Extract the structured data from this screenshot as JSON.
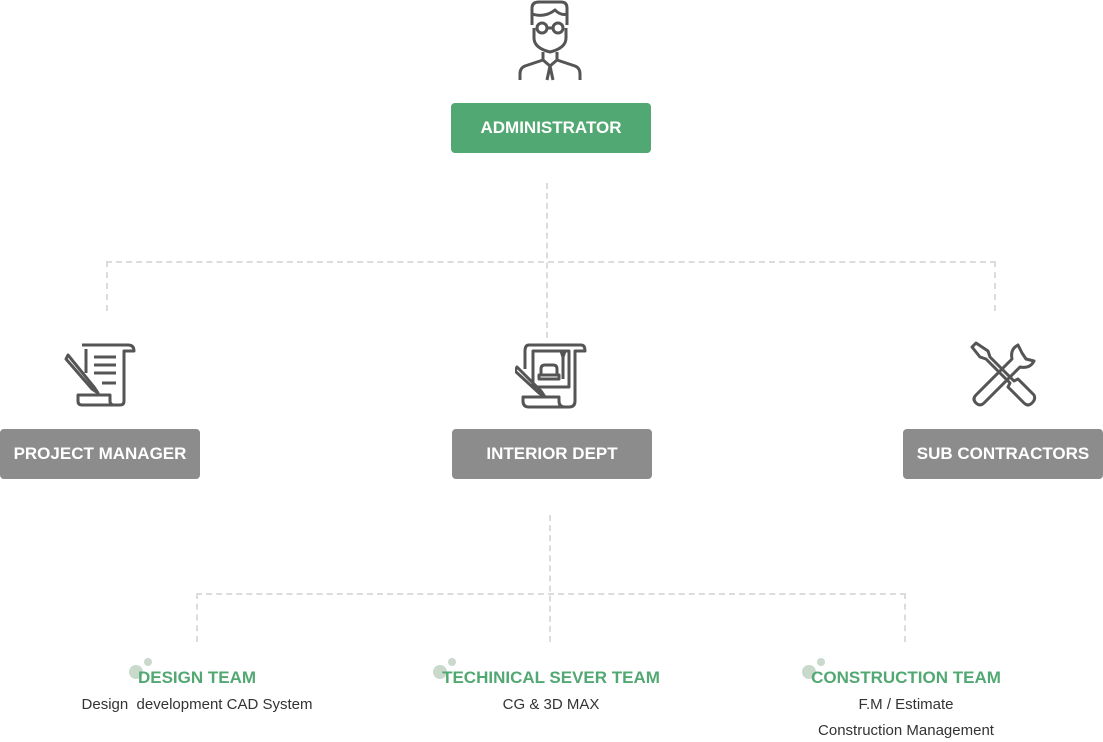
{
  "administrator": {
    "label": "ADMINISTRATOR",
    "icon": "person-glasses-icon"
  },
  "departments": [
    {
      "label": "PROJECT MANAGER",
      "icon": "document-pen-icon"
    },
    {
      "label": "INTERIOR DEPT",
      "icon": "blueprint-pen-icon"
    },
    {
      "label": "SUB CONTRACTORS",
      "icon": "wrench-screwdriver-icon"
    }
  ],
  "teams": [
    {
      "title": "DESIGN TEAM",
      "lines": [
        "Design  development CAD System"
      ]
    },
    {
      "title": "TECHINICAL SEVER TEAM",
      "lines": [
        "CG & 3D MAX"
      ]
    },
    {
      "title": "CONSTRUCTION TEAM",
      "lines": [
        "F.M / Estimate",
        "Construction Management"
      ]
    }
  ],
  "colors": {
    "accent": "#52a872",
    "box": "#8c8c8c",
    "connector": "#dcdcdc"
  }
}
